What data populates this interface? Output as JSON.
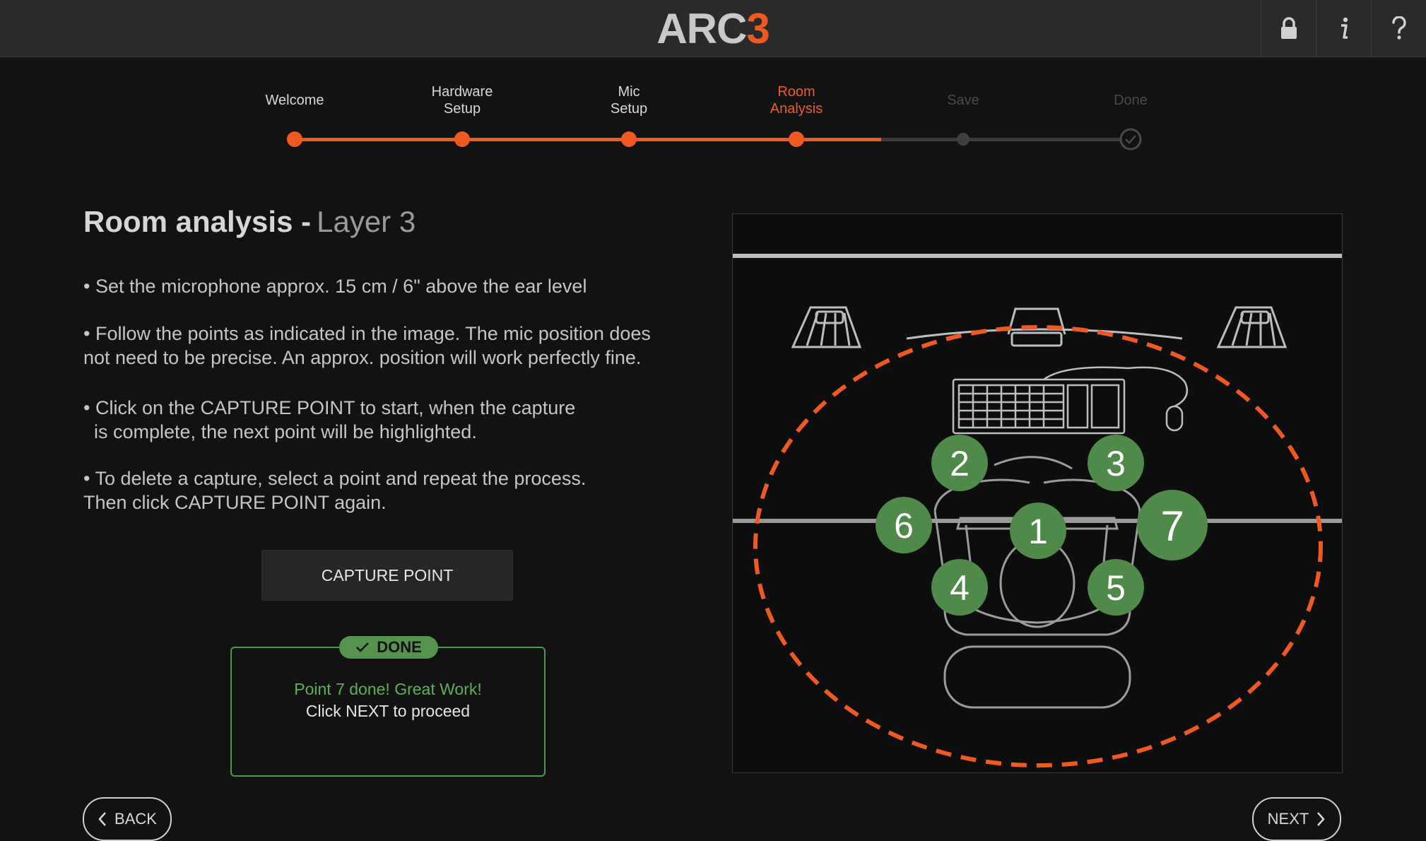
{
  "app": {
    "logo_main": "ARC",
    "logo_accent": "3"
  },
  "toolbar": {
    "lock_icon": "lock-icon",
    "info_icon": "info-icon",
    "help_icon": "help-icon"
  },
  "steps": [
    {
      "label_line1": "Welcome",
      "label_line2": "",
      "state": "completed"
    },
    {
      "label_line1": "Hardware",
      "label_line2": "Setup",
      "state": "completed"
    },
    {
      "label_line1": "Mic",
      "label_line2": "Setup",
      "state": "completed"
    },
    {
      "label_line1": "Room",
      "label_line2": "Analysis",
      "state": "active"
    },
    {
      "label_line1": "Save",
      "label_line2": "",
      "state": "future"
    },
    {
      "label_line1": "Done",
      "label_line2": "",
      "state": "future"
    }
  ],
  "content": {
    "title": "Room analysis -",
    "subtitle": "Layer 3",
    "instructions": [
      {
        "line1": "• Set the microphone approx. 15 cm / 6\" above the ear level",
        "line2": ""
      },
      {
        "line1": "• Follow the points as indicated in the image. The mic position does",
        "line2": "not need to be precise. An approx. position will work perfectly fine."
      },
      {
        "line1": "• Click on the CAPTURE POINT to start, when the capture",
        "line2": "  is complete, the next point will be highlighted."
      },
      {
        "line1": "• To delete a capture, select a point and repeat the process.",
        "line2": "Then click CAPTURE POINT again."
      }
    ],
    "capture_button": "CAPTURE POINT",
    "status": {
      "badge": "DONE",
      "message": "Point 7 done! Great Work!",
      "hint": "Click NEXT to proceed"
    }
  },
  "diagram": {
    "points": [
      "1",
      "2",
      "3",
      "4",
      "5",
      "6",
      "7"
    ],
    "point_color": "#4f8a48",
    "ellipse_color": "#f05a22"
  },
  "nav": {
    "back_label": "BACK",
    "next_label": "NEXT"
  },
  "colors": {
    "accent": "#f05a22",
    "success": "#54944f"
  }
}
